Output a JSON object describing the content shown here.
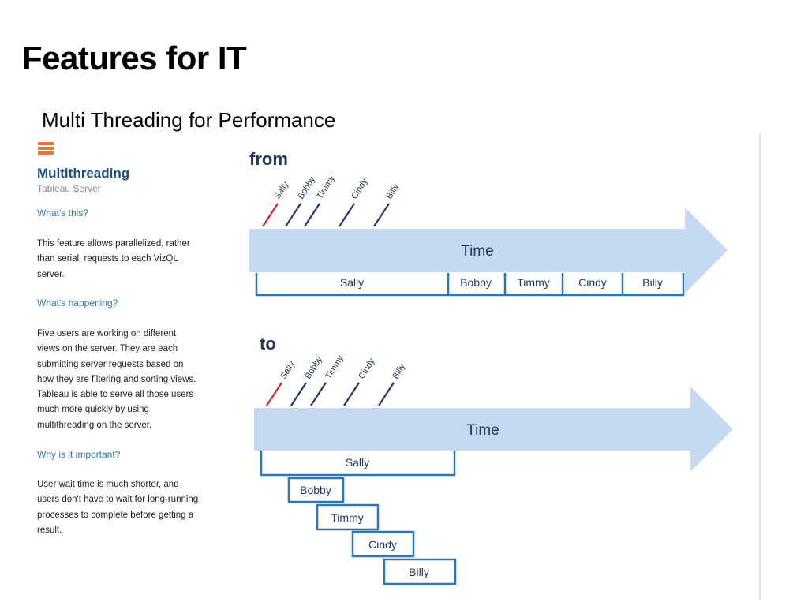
{
  "title": "Features for IT",
  "subtitle": "Multi Threading for Performance",
  "sidebar": {
    "heading": "Multithreading",
    "product": "Tableau Server",
    "sections": [
      {
        "question": "What's this?",
        "answer": "This feature allows parallelized, rather\nthan serial, requests to each VizQL\nserver."
      },
      {
        "question": "What's happening?",
        "answer": "Five users are working on different\nviews on the server. They are each\nsubmitting server requests based on\nhow they are filtering and sorting views.\nTableau is able to serve all those users\nmuch more quickly by using\nmultithreading on the server."
      },
      {
        "question": "Why is it important?",
        "answer": "User wait time is much shorter, and\nusers don't have to wait for long-running\nprocesses to complete before getting a\nresult."
      }
    ]
  },
  "diagram": {
    "from_label": "from",
    "to_label": "to",
    "time_label": "Time",
    "users": [
      "Sally",
      "Bobby",
      "Timmy",
      "Cindy",
      "Billy"
    ],
    "colors": {
      "arrow": "#c5d9f1",
      "box_border": "#2e75b6",
      "tick": "#d9252b",
      "heading": "#1f3864"
    }
  }
}
